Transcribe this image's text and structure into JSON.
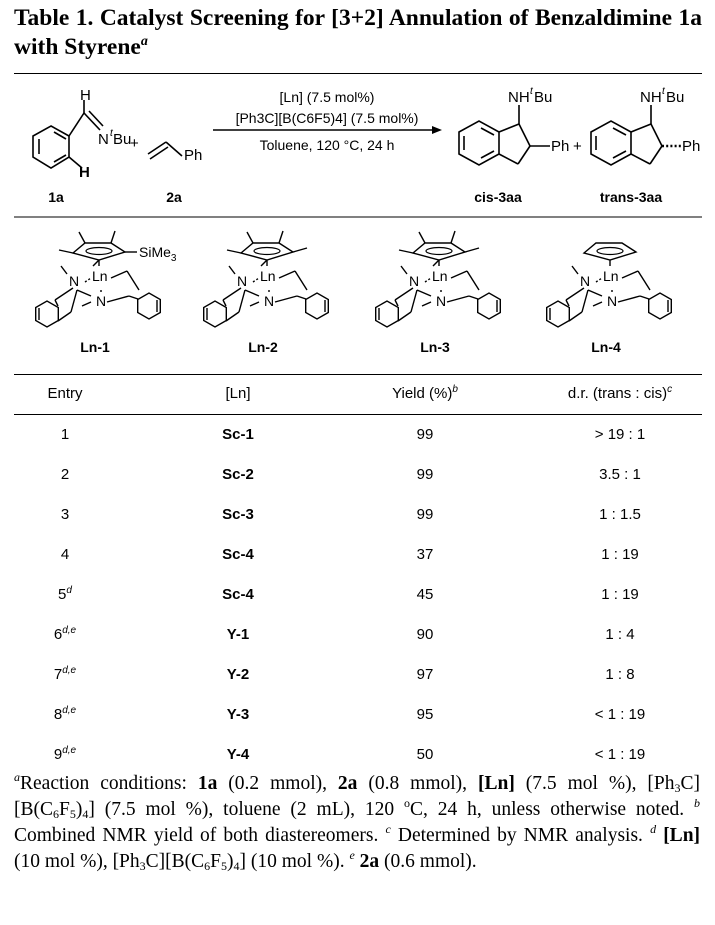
{
  "title": {
    "text": "Table 1. Catalyst Screening for [3+2] Annulation of Benzaldimine 1a with Styrene",
    "footnote_mark": "a"
  },
  "scheme": {
    "imine_h": "H",
    "imine_n": "N",
    "imine_tbu_sup": "t",
    "imine_tbu": "Bu",
    "ortho_h": "H",
    "plus": "+",
    "styrene_ph": "Ph",
    "cond_line1": "[Ln] (7.5 mol%)",
    "cond_line2": "[Ph3C][B(C6F5)4] (7.5 mol%)",
    "cond_line3": "Toluene, 120 °C, 24 h",
    "prod_nh": "NH",
    "prod_ph": "Ph",
    "label_1a": "1a",
    "label_2a": "2a",
    "label_cis": "cis-3aa",
    "label_trans": "trans-3aa"
  },
  "catalysts": [
    {
      "label": "Ln-1",
      "sub": "SiMe3"
    },
    {
      "label": "Ln-2"
    },
    {
      "label": "Ln-3"
    },
    {
      "label": "Ln-4"
    }
  ],
  "catalyst_atoms": {
    "ln": "Ln",
    "n": "N"
  },
  "table": {
    "headers": {
      "entry": "Entry",
      "ln": "[Ln]",
      "yield": "Yield (%)",
      "yield_sup": "b",
      "dr": "d.r. (trans : cis)",
      "dr_sup": "c"
    },
    "rows": [
      {
        "entry": "1",
        "sup": "",
        "ln": "Sc-1",
        "yield": "99",
        "dr": "> 19 : 1"
      },
      {
        "entry": "2",
        "sup": "",
        "ln": "Sc-2",
        "yield": "99",
        "dr": "3.5 : 1"
      },
      {
        "entry": "3",
        "sup": "",
        "ln": "Sc-3",
        "yield": "99",
        "dr": "1 : 1.5"
      },
      {
        "entry": "4",
        "sup": "",
        "ln": "Sc-4",
        "yield": "37",
        "dr": "1 : 19"
      },
      {
        "entry": "5",
        "sup": "d",
        "ln": "Sc-4",
        "yield": "45",
        "dr": "1 : 19"
      },
      {
        "entry": "6",
        "sup": "d,e",
        "ln": "Y-1",
        "yield": "90",
        "dr": "1 : 4"
      },
      {
        "entry": "7",
        "sup": "d,e",
        "ln": "Y-2",
        "yield": "97",
        "dr": "1 : 8"
      },
      {
        "entry": "8",
        "sup": "d,e",
        "ln": "Y-3",
        "yield": "95",
        "dr": "< 1 : 19"
      },
      {
        "entry": "9",
        "sup": "d,e",
        "ln": "Y-4",
        "yield": "50",
        "dr": "< 1 : 19"
      }
    ]
  },
  "footnotes": {
    "a_mark": "a",
    "a_text": "Reaction conditions: 1a (0.2 mmol), 2a (0.8 mmol), [Ln] (7.5 mol %), [Ph3C][B(C6F5)4] (7.5 mol %), toluene (2 mL), 120 °C, 24 h, unless otherwise noted.",
    "b_mark": "b",
    "b_text": "Combined NMR yield of both diastereomers.",
    "c_mark": "c",
    "c_text": "Determined by NMR analysis.",
    "d_mark": "d",
    "d_text": "[Ln] (10 mol %), [Ph3C][B(C6F5)4] (10 mol %).",
    "e_mark": "e",
    "e_text": "2a (0.6 mmol)."
  }
}
